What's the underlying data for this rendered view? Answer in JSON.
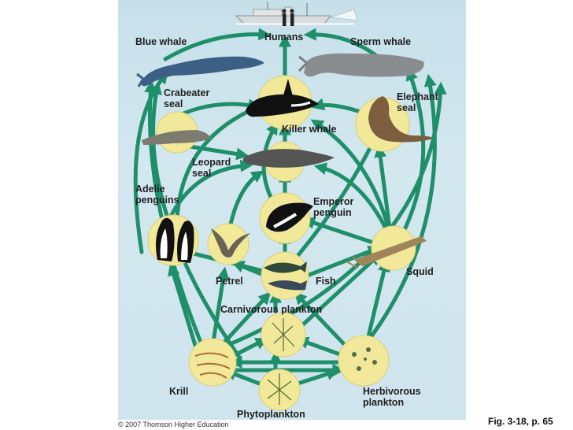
{
  "labels": {
    "humans": "Humans",
    "blue_whale": "Blue whale",
    "sperm_whale": "Sperm whale",
    "crabeater_seal": "Crabeater\nseal",
    "elephant_seal": "Elephant\nseal",
    "killer_whale": "Killer whale",
    "leopard_seal": "Leopard\nseal",
    "adelie_penguins": "Adelie\npenguins",
    "emperor_penguin": "Emperor\npenguin",
    "squid": "Squid",
    "petrel": "Petrel",
    "fish": "Fish",
    "carnivorous_plankton": "Carnivorous plankton",
    "krill": "Krill",
    "herbivorous_plankton": "Herbivorous\nplankton",
    "phytoplankton": "Phytoplankton"
  },
  "footer": {
    "copyright": "© 2007 Thomson Higher Education",
    "figure_ref": "Fig. 3-18, p. 65"
  },
  "colors": {
    "arrow": "#1f8f6a",
    "node_fill": "#f1e89a",
    "node_stroke": "#d9cf72"
  }
}
